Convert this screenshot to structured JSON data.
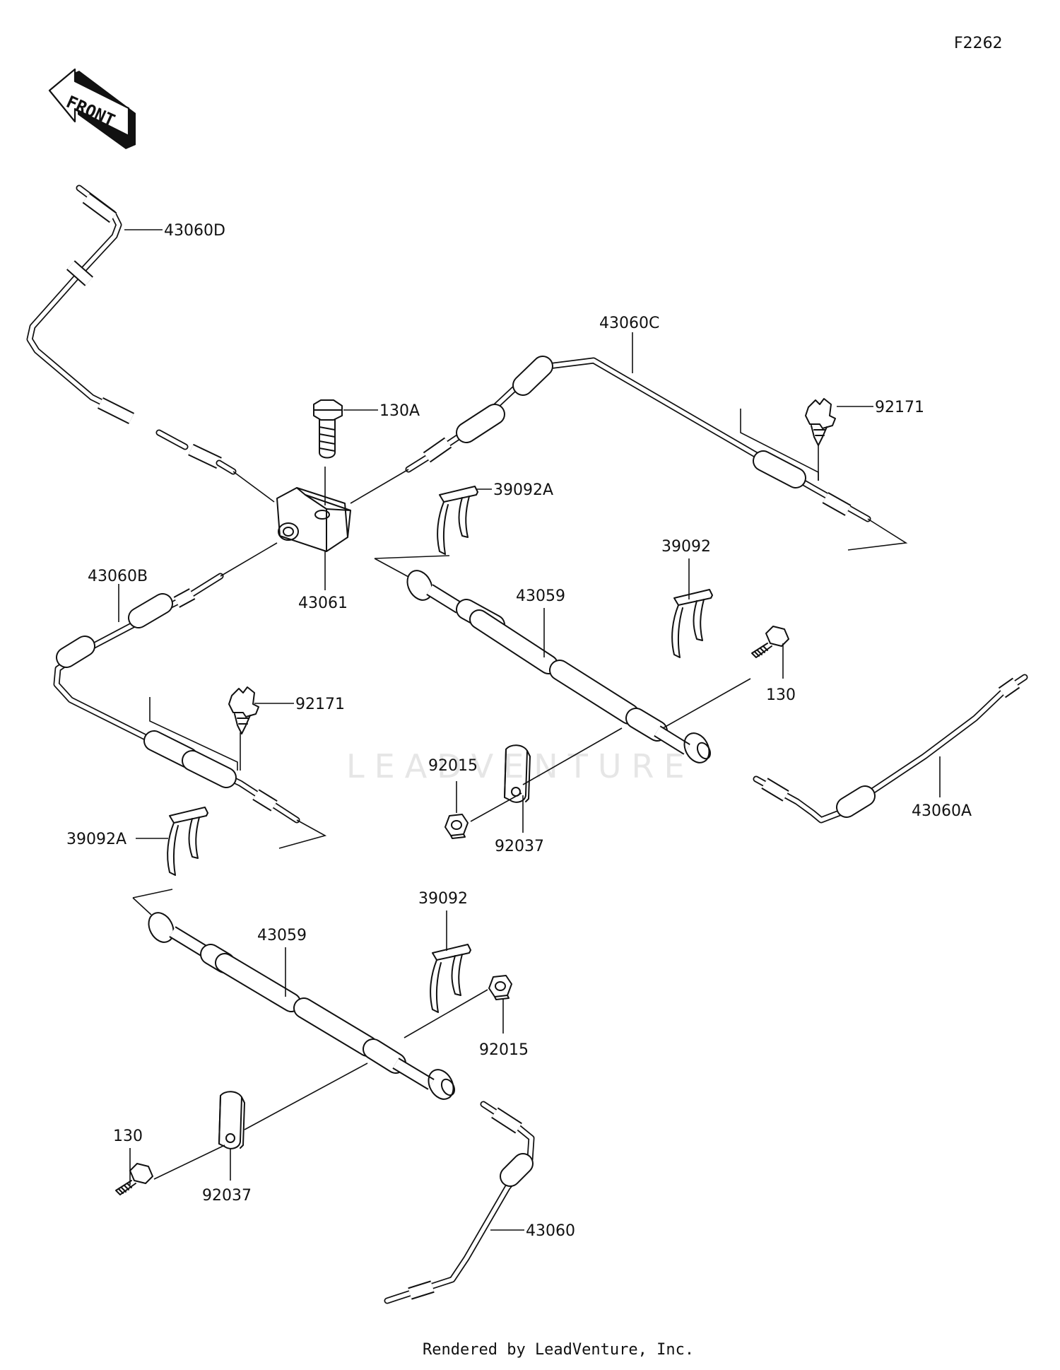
{
  "diagram_id": "F2262",
  "front_label": "FRONT",
  "watermark": "LEADVENTURE",
  "footer": "Rendered by LeadVenture, Inc.",
  "parts": {
    "p43060D": "43060D",
    "p43060C": "43060C",
    "p43060B": "43060B",
    "p43060A": "43060A",
    "p43060": "43060",
    "p43061": "43061",
    "p43059_upper": "43059",
    "p43059_lower": "43059",
    "p130A": "130A",
    "p130_upper": "130",
    "p130_lower": "130",
    "p92171_right": "92171",
    "p92171_left": "92171",
    "p39092A_upper": "39092A",
    "p39092A_lower": "39092A",
    "p39092_upper": "39092",
    "p39092_lower": "39092",
    "p92015_upper": "92015",
    "p92015_lower": "92015",
    "p92037_upper": "92037",
    "p92037_lower": "92037"
  }
}
